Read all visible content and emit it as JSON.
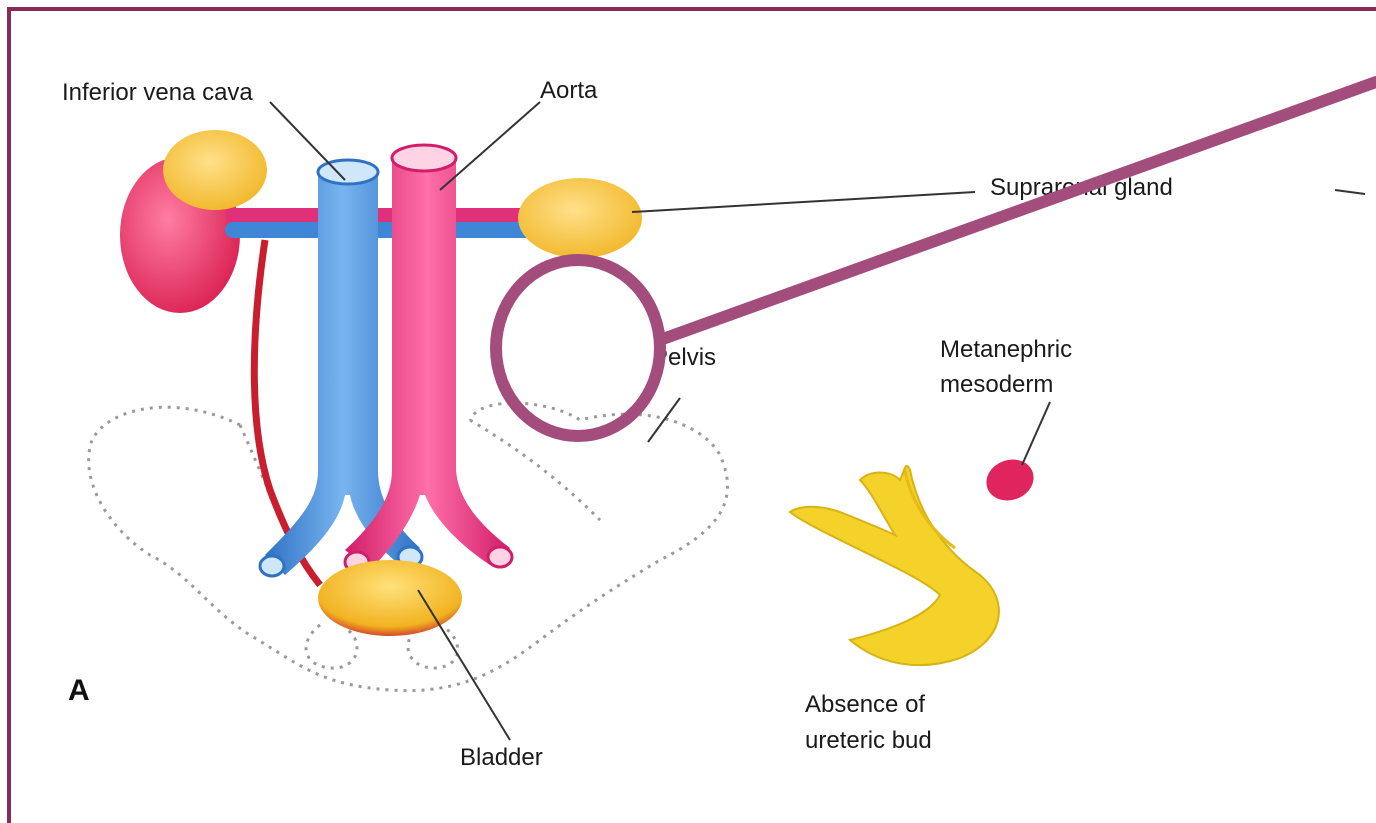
{
  "labels": {
    "inferior_vena_cava": "Inferior vena cava",
    "aorta": "Aorta",
    "suprarenal_gland": "Suprarenal gland",
    "pelvis": "Pelvis",
    "metanephric_line1": "Metanephric",
    "metanephric_line2": "mesoderm",
    "bladder": "Bladder",
    "absence_line1": "Absence of",
    "absence_line2": "ureteric bud",
    "panel_letter": "A"
  },
  "colors": {
    "frame": "#8a2a5a",
    "highlight": "#a34d7d",
    "kidney": "#e0245e",
    "gland": "#f5c842",
    "vein": "#3f86d6",
    "artery": "#e0307a",
    "ureter": "#c81e2e",
    "bud": "#f4d22a",
    "pelvis_outline": "#9a9a9a"
  }
}
